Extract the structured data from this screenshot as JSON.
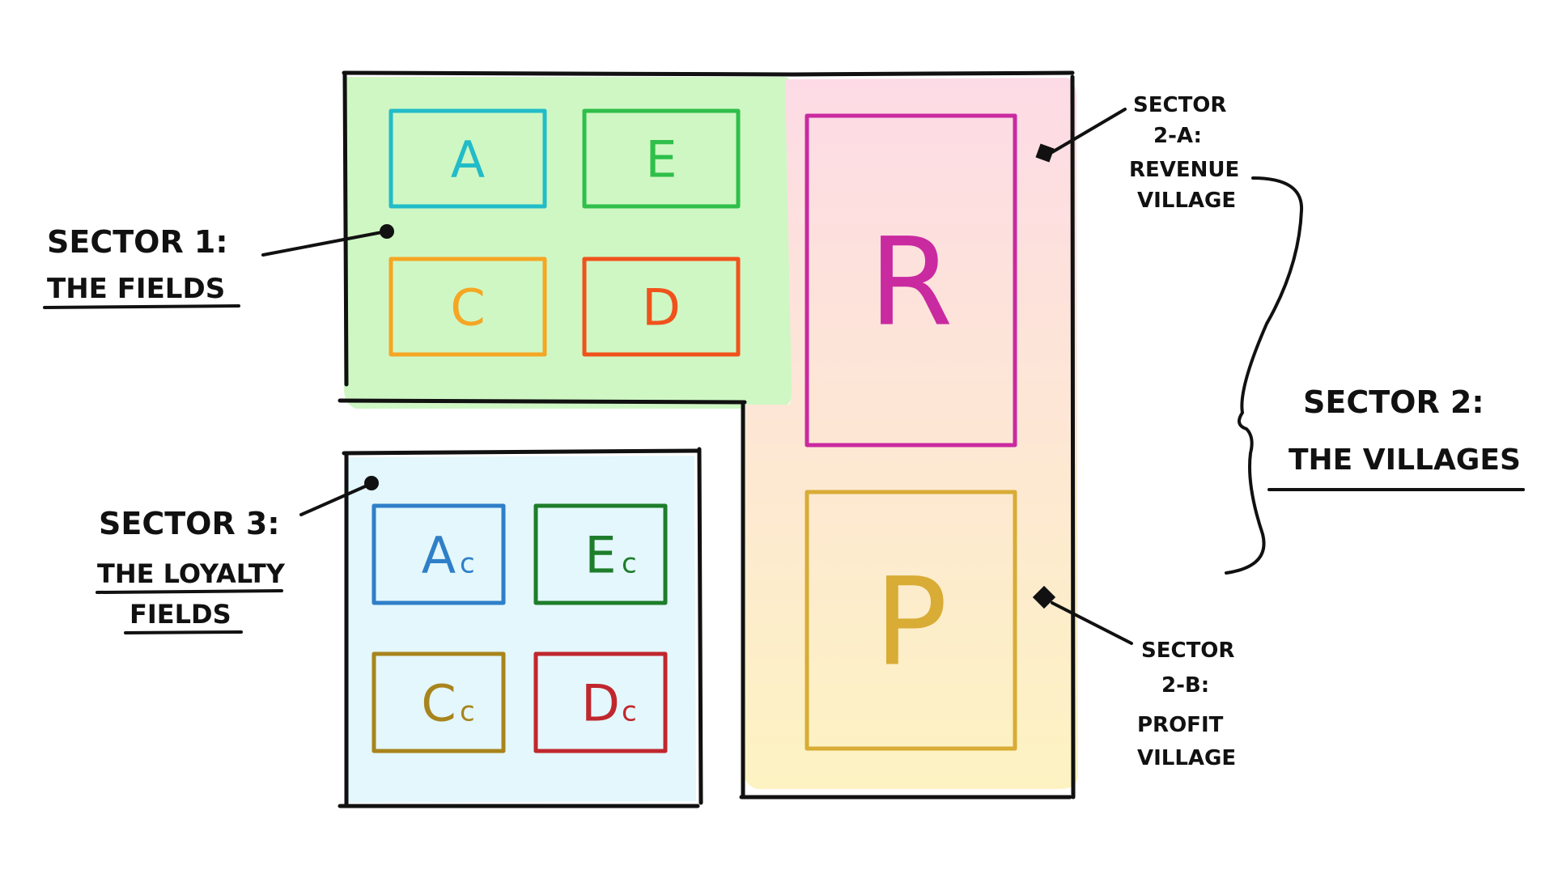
{
  "sector1": {
    "title": "SECTOR 1:",
    "subtitle": "THE FIELDS",
    "fill": "#cff7c4",
    "boxes": [
      {
        "letter": "A",
        "sub": "",
        "color": "#22bcc8"
      },
      {
        "letter": "E",
        "sub": "",
        "color": "#2fbf4a"
      },
      {
        "letter": "C",
        "sub": "",
        "color": "#f5a623"
      },
      {
        "letter": "D",
        "sub": "",
        "color": "#f0521c"
      }
    ]
  },
  "sector2": {
    "title": "SECTOR 2:",
    "subtitle": "THE VILLAGES",
    "fill_top": "#fddbe6",
    "fill_bottom": "#fdf3c2",
    "a_label": [
      "SECTOR",
      "2-A:",
      "REVENUE",
      "VILLAGE"
    ],
    "b_label": [
      "SECTOR",
      "2-B:",
      "PROFIT",
      "VILLAGE"
    ],
    "boxes": [
      {
        "letter": "R",
        "color": "#c92aa0"
      },
      {
        "letter": "P",
        "color": "#d8ac35"
      }
    ]
  },
  "sector3": {
    "title": "SECTOR 3:",
    "subtitle_lines": [
      "THE LOYALTY",
      "FIELDS"
    ],
    "fill": "#e3f7fc",
    "boxes": [
      {
        "letter": "A",
        "sub": "c",
        "color": "#2f7fc8"
      },
      {
        "letter": "E",
        "sub": "c",
        "color": "#1e7d2a"
      },
      {
        "letter": "C",
        "sub": "c",
        "color": "#a8841c"
      },
      {
        "letter": "D",
        "sub": "c",
        "color": "#c0272d"
      }
    ]
  }
}
